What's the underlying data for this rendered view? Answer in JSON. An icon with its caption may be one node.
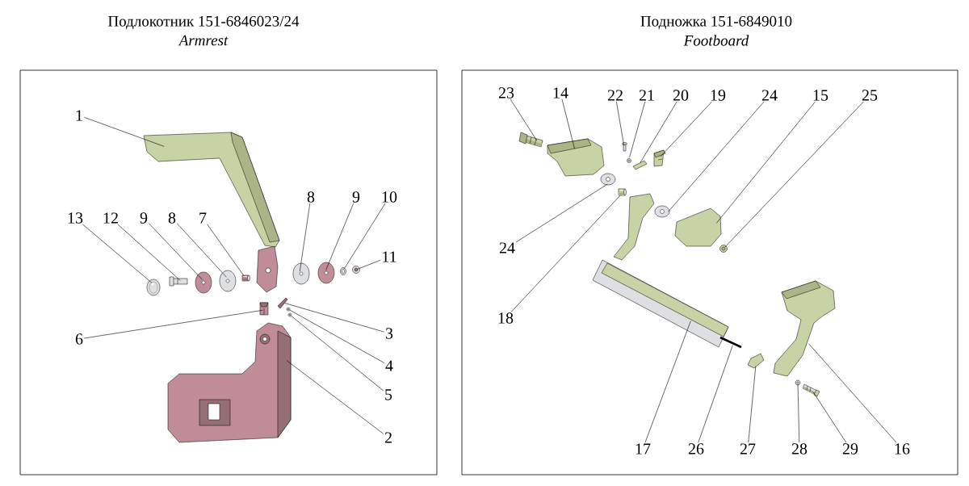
{
  "diagram": {
    "nodes": [
      {
        "text": [
          "Подлокотник 151-6846023/24",
          "Armrest"
        ]
      },
      {
        "text": [
          "Подножка 151-6849010",
          "Footboard"
        ]
      },
      {
        "text": [
          "1"
        ],
        "in": 0
      },
      {
        "text": [
          "13"
        ],
        "in": 0
      },
      {
        "text": [
          "12"
        ],
        "in": 0
      },
      {
        "text": [
          "9"
        ],
        "in": 0
      },
      {
        "text": [
          "8"
        ],
        "in": 0
      },
      {
        "text": [
          "7"
        ],
        "in": 0
      },
      {
        "text": [
          "8"
        ],
        "in": 0
      },
      {
        "text": [
          "9"
        ],
        "in": 0
      },
      {
        "text": [
          "10"
        ],
        "in": 0
      },
      {
        "text": [
          "11"
        ],
        "in": 0
      },
      {
        "text": [
          "6"
        ],
        "in": 0
      },
      {
        "text": [
          "3"
        ],
        "in": 0
      },
      {
        "text": [
          "4"
        ],
        "in": 0
      },
      {
        "text": [
          "5"
        ],
        "in": 0
      },
      {
        "text": [
          "2"
        ],
        "in": 0
      },
      {
        "text": [
          "23"
        ],
        "in": 1
      },
      {
        "text": [
          "14"
        ],
        "in": 1
      },
      {
        "text": [
          "22"
        ],
        "in": 1
      },
      {
        "text": [
          "21"
        ],
        "in": 1
      },
      {
        "text": [
          "20"
        ],
        "in": 1
      },
      {
        "text": [
          "19"
        ],
        "in": 1
      },
      {
        "text": [
          "24"
        ],
        "in": 1
      },
      {
        "text": [
          "15"
        ],
        "in": 1
      },
      {
        "text": [
          "25"
        ],
        "in": 1
      },
      {
        "text": [
          "24"
        ],
        "in": 1
      },
      {
        "text": [
          "18"
        ],
        "in": 1
      },
      {
        "text": [
          "17"
        ],
        "in": 1
      },
      {
        "text": [
          "26"
        ],
        "in": 1
      },
      {
        "text": [
          "27"
        ],
        "in": 1
      },
      {
        "text": [
          "28"
        ],
        "in": 1
      },
      {
        "text": [
          "29"
        ],
        "in": 1
      },
      {
        "text": [
          "16"
        ],
        "in": 1
      },
      {
        "text": [],
        "shape": "picture",
        "in": 0
      },
      {
        "text": [],
        "shape": "picture",
        "in": 0
      },
      {
        "text": [],
        "shape": "picture",
        "in": 0
      },
      {
        "text": [],
        "shape": "picture",
        "in": 0
      },
      {
        "text": [],
        "shape": "picture",
        "in": 0
      },
      {
        "text": [],
        "shape": "picture",
        "in": 0
      },
      {
        "text": [],
        "shape": "picture",
        "in": 0
      },
      {
        "text": [],
        "shape": "picture",
        "in": 0
      },
      {
        "text": [],
        "shape": "picture",
        "in": 0
      },
      {
        "text": [],
        "shape": "picture",
        "in": 0
      },
      {
        "text": [],
        "shape": "picture",
        "in": 0
      },
      {
        "text": [],
        "shape": "picture",
        "in": 0
      },
      {
        "text": [],
        "shape": "picture",
        "in": 0
      },
      {
        "text": [],
        "shape": "picture",
        "in": 0
      },
      {
        "text": [],
        "shape": "picture",
        "in": 0
      },
      {
        "text": [],
        "shape": "picture",
        "in": 1
      },
      {
        "text": [],
        "shape": "picture",
        "in": 1
      },
      {
        "text": [],
        "shape": "picture",
        "in": 1
      },
      {
        "text": [],
        "shape": "picture",
        "in": 1
      },
      {
        "text": [],
        "shape": "picture",
        "in": 1
      },
      {
        "text": [],
        "shape": "picture",
        "in": 1
      },
      {
        "text": [],
        "shape": "picture",
        "in": 1
      },
      {
        "text": [],
        "shape": "picture",
        "in": 1
      },
      {
        "text": [],
        "shape": "picture",
        "in": 1
      },
      {
        "text": [],
        "shape": "picture",
        "in": 1
      },
      {
        "text": [],
        "shape": "picture",
        "in": 1
      },
      {
        "text": [],
        "shape": "picture",
        "in": 1
      },
      {
        "text": [],
        "shape": "picture",
        "in": 1
      },
      {
        "text": [],
        "shape": "picture",
        "in": 1
      },
      {
        "text": [],
        "shape": "picture",
        "in": 1
      },
      {
        "text": [],
        "shape": "picture",
        "in": 1
      },
      {
        "text": [],
        "shape": "picture",
        "in": 1
      }
    ],
    "edges": [
      {
        "from": 2,
        "to": 34,
        "arrow": "none"
      },
      {
        "from": 3,
        "to": 35,
        "arrow": "none"
      },
      {
        "from": 4,
        "to": 36,
        "arrow": "none"
      },
      {
        "from": 5,
        "to": 37,
        "arrow": "none"
      },
      {
        "from": 6,
        "to": 38,
        "arrow": "none"
      },
      {
        "from": 7,
        "to": 39,
        "arrow": "none"
      },
      {
        "from": 8,
        "to": 40,
        "arrow": "none"
      },
      {
        "from": 9,
        "to": 41,
        "arrow": "none"
      },
      {
        "from": 10,
        "to": 42,
        "arrow": "none"
      },
      {
        "from": 11,
        "to": 43,
        "arrow": "none"
      },
      {
        "from": 12,
        "to": 44,
        "arrow": "none"
      },
      {
        "from": 13,
        "to": 45,
        "arrow": "none"
      },
      {
        "from": 14,
        "to": 46,
        "arrow": "none"
      },
      {
        "from": 15,
        "to": 47,
        "arrow": "none"
      },
      {
        "from": 16,
        "to": 48,
        "arrow": "none"
      },
      {
        "from": 17,
        "to": 49,
        "arrow": "none"
      },
      {
        "from": 18,
        "to": 50,
        "arrow": "none"
      },
      {
        "from": 19,
        "to": 51,
        "arrow": "none"
      },
      {
        "from": 20,
        "to": 52,
        "arrow": "none"
      },
      {
        "from": 21,
        "to": 53,
        "arrow": "none"
      },
      {
        "from": 22,
        "to": 54,
        "arrow": "none"
      },
      {
        "from": 23,
        "to": 55,
        "arrow": "none"
      },
      {
        "from": 24,
        "to": 56,
        "arrow": "none"
      },
      {
        "from": 25,
        "to": 57,
        "arrow": "none"
      },
      {
        "from": 26,
        "to": 58,
        "arrow": "none"
      },
      {
        "from": 27,
        "to": 59,
        "arrow": "none"
      },
      {
        "from": 28,
        "to": 60,
        "arrow": "none"
      },
      {
        "from": 29,
        "to": 61,
        "arrow": "none"
      },
      {
        "from": 30,
        "to": 62,
        "arrow": "none"
      },
      {
        "from": 31,
        "to": 63,
        "arrow": "none"
      },
      {
        "from": 32,
        "to": 64,
        "arrow": "none"
      },
      {
        "from": 33,
        "to": 65,
        "arrow": "none"
      }
    ]
  }
}
